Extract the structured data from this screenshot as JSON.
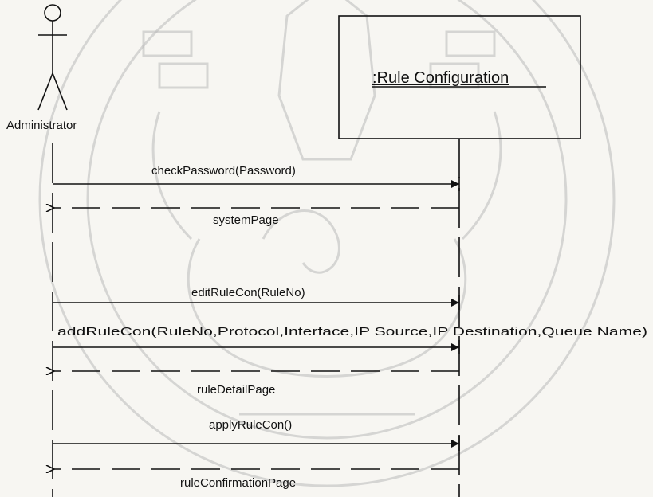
{
  "actor": {
    "name": "Administrator"
  },
  "object": {
    "name": ":Rule Configuration"
  },
  "watermark": {
    "label": "Institutional seal watermark (background)"
  },
  "messages": [
    {
      "label": "checkPassword(Password)",
      "kind": "call"
    },
    {
      "label": "systemPage",
      "kind": "return"
    },
    {
      "label": "editRuleCon(RuleNo)",
      "kind": "call"
    },
    {
      "label": "addRuleCon(RuleNo,Protocol,Interface,IP Source,IP Destination,Queue Name)",
      "kind": "call"
    },
    {
      "label": "ruleDetailPage",
      "kind": "return"
    },
    {
      "label": "applyRuleCon()",
      "kind": "call"
    },
    {
      "label": "ruleConfirmationPage",
      "kind": "return"
    }
  ],
  "colors": {
    "ink": "#111111",
    "watermark": "#b9b9b9",
    "paper": "#f7f6f2"
  }
}
